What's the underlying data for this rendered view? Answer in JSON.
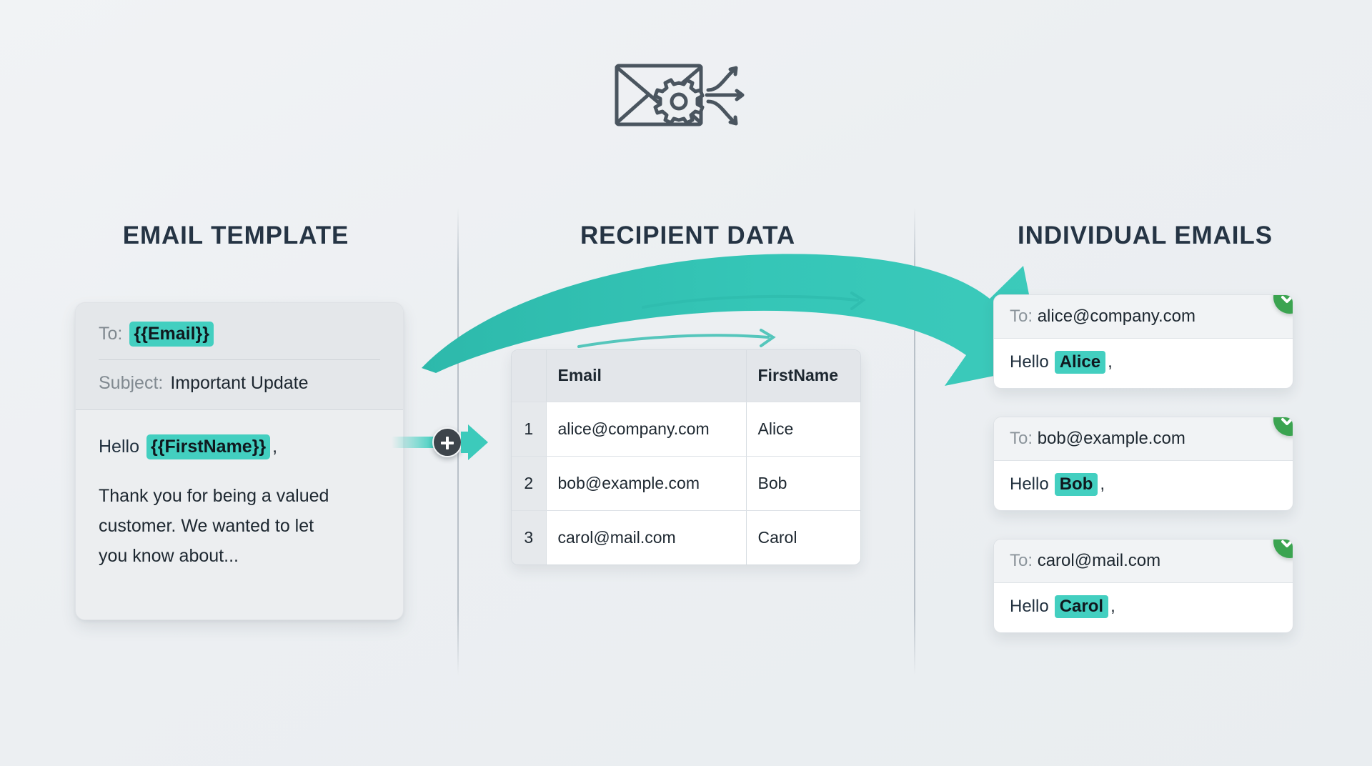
{
  "hero": {
    "icon": "email-gear-distribute-icon"
  },
  "columns": {
    "template_title": "EMAIL TEMPLATE",
    "data_title": "RECIPIENT DATA",
    "emails_title": "INDIVIDUAL EMAILS"
  },
  "template_card": {
    "to_label": "To:",
    "to_value": "{{Email}}",
    "subject_label": "Subject:",
    "subject_value": "Important Update",
    "greeting_prefix": "Hello",
    "greeting_token": "{{FirstName}}",
    "greeting_comma": ",",
    "body_text": "Thank you for being a valued customer. We wanted to let you know about..."
  },
  "merge": {
    "icon": "plus-icon",
    "arrow": "arrow-right-icon"
  },
  "recipient_table": {
    "columns": [
      "",
      "Email",
      "FirstName"
    ],
    "rows": [
      {
        "num": "1",
        "email": "alice@company.com",
        "first_name": "Alice"
      },
      {
        "num": "2",
        "email": "bob@example.com",
        "first_name": "Bob"
      },
      {
        "num": "3",
        "email": "carol@mail.com",
        "first_name": "Carol"
      }
    ]
  },
  "output_emails": [
    {
      "to_label": "To:",
      "to_value": "alice@company.com",
      "greeting_prefix": "Hello",
      "name": "Alice",
      "comma": ",",
      "status_icon": "check-circle-icon"
    },
    {
      "to_label": "To:",
      "to_value": "bob@example.com",
      "greeting_prefix": "Hello",
      "name": "Bob",
      "comma": ",",
      "status_icon": "check-circle-icon"
    },
    {
      "to_label": "To:",
      "to_value": "carol@mail.com",
      "greeting_prefix": "Hello",
      "name": "Carol",
      "comma": ",",
      "status_icon": "check-circle-icon"
    }
  ],
  "colors": {
    "accent_teal": "#43cfc0",
    "arrow_teal": "#2fbcae",
    "success_green": "#3ba450",
    "heading_navy": "#253444",
    "background": "#eceff2",
    "divider": "#b9c1c9",
    "merge_dark": "#3d444b"
  }
}
